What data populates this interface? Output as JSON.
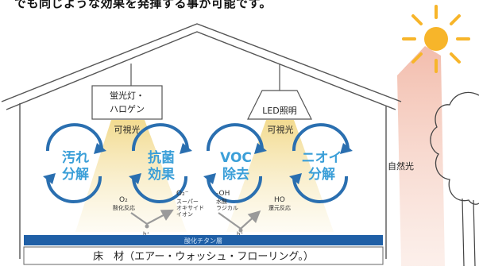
{
  "caption": "でも同じような効果を発揮する事が可能です。",
  "lights": {
    "fluorescent": [
      "蛍光灯・",
      "ハロゲン"
    ],
    "led": "LED照明",
    "visible_light_left": "可視光",
    "visible_light_right": "可視光",
    "natural_light": "自然光"
  },
  "effects": [
    {
      "line1": "汚れ",
      "line2": "分解"
    },
    {
      "line1": "抗菌",
      "line2": "効果"
    },
    {
      "line1": "VOC",
      "line2": "除去"
    },
    {
      "line1": "ニオイ",
      "line2": "分解"
    }
  ],
  "reactions": {
    "o2_left": {
      "formula": "O₂",
      "desc": "酸化反応"
    },
    "superoxide": {
      "formula": "O₂⁻",
      "lines": [
        "スーパー",
        "オキサイド",
        "イオン"
      ]
    },
    "oh": {
      "formula": "-OH",
      "lines": [
        "水酸",
        "ラジカル"
      ]
    },
    "ho": {
      "formula": "HO",
      "desc": "還元反応"
    },
    "h_left": "h⁺",
    "h_right": "h⁺"
  },
  "layer": "酸化チタン層",
  "floor": "床　材（エアー・ウォッシュ・フローリング。）",
  "colors": {
    "arrow_blue": "#2a6fb0",
    "effect_text": "#3b9fd8",
    "layer_blue": "#1f5fa6",
    "beam": "#f3df9c",
    "sun": "#f7b52a"
  }
}
